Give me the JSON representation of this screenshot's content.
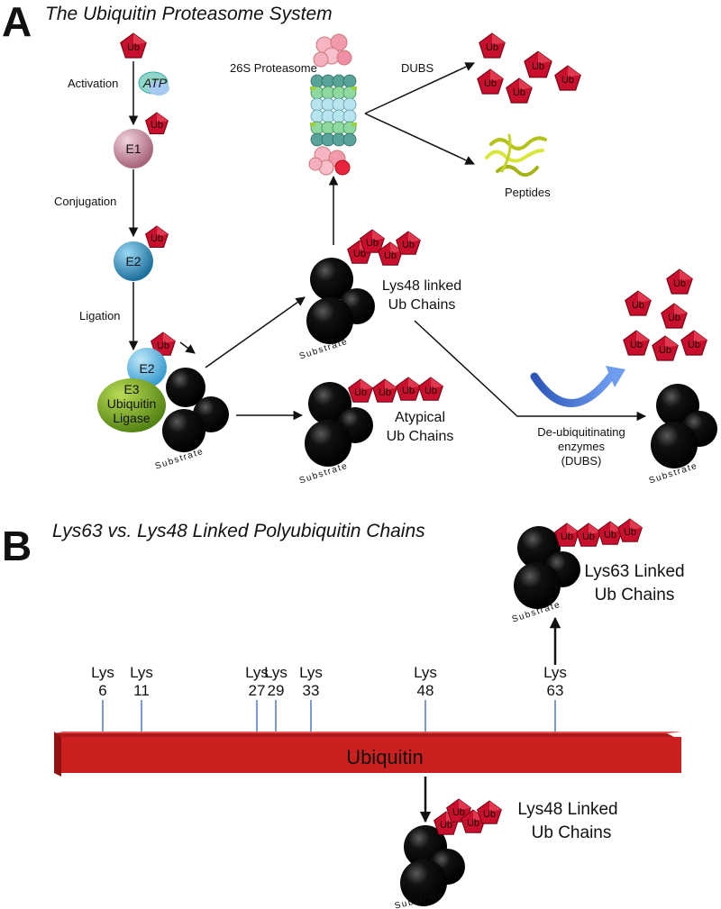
{
  "panelA": {
    "letter": "A",
    "title": "The Ubiquitin Proteasome System",
    "steps": {
      "activation": "Activation",
      "conjugation": "Conjugation",
      "ligation": "Ligation"
    },
    "atp": "ATP",
    "e1": "E1",
    "e2": "E2",
    "e3": [
      "E3",
      "Ubiquitin",
      "Ligase"
    ],
    "proteasome": "26S Proteasome",
    "dubs": "DUBS",
    "peptides": "Peptides",
    "lys48": [
      "Lys48 linked",
      "Ub Chains"
    ],
    "atypical": [
      "Atypical",
      "Ub Chains"
    ],
    "deubiquitinating": [
      "De-ubiquitinating",
      "enzymes",
      "(DUBS)"
    ],
    "substrate": "Substrate",
    "ub": "Ub"
  },
  "panelB": {
    "letter": "B",
    "title": "Lys63 vs. Lys48 Linked Polyubiquitin Chains",
    "bar_label": "Ubiquitin",
    "lysines": [
      {
        "top": "Lys",
        "num": "6"
      },
      {
        "top": "Lys",
        "num": "11"
      },
      {
        "top": "Lys",
        "num": "27"
      },
      {
        "top": "Lys",
        "num": "29"
      },
      {
        "top": "Lys",
        "num": "33"
      },
      {
        "top": "Lys",
        "num": "48"
      },
      {
        "top": "Lys",
        "num": "63"
      }
    ],
    "lys63": [
      "Lys63 Linked",
      "Ub Chains"
    ],
    "lys48": [
      "Lys48 Linked",
      "Ub Chains"
    ]
  },
  "colors": {
    "ub_red": "#c8102e",
    "bar_red": "#cc1f1f",
    "e1_pink": "#c9879a",
    "e2_blue": "#2f93c4",
    "e3_green": "#7cab1e",
    "arrow_blue": "#3f6fd0",
    "lys_line": "#4a78c8"
  }
}
